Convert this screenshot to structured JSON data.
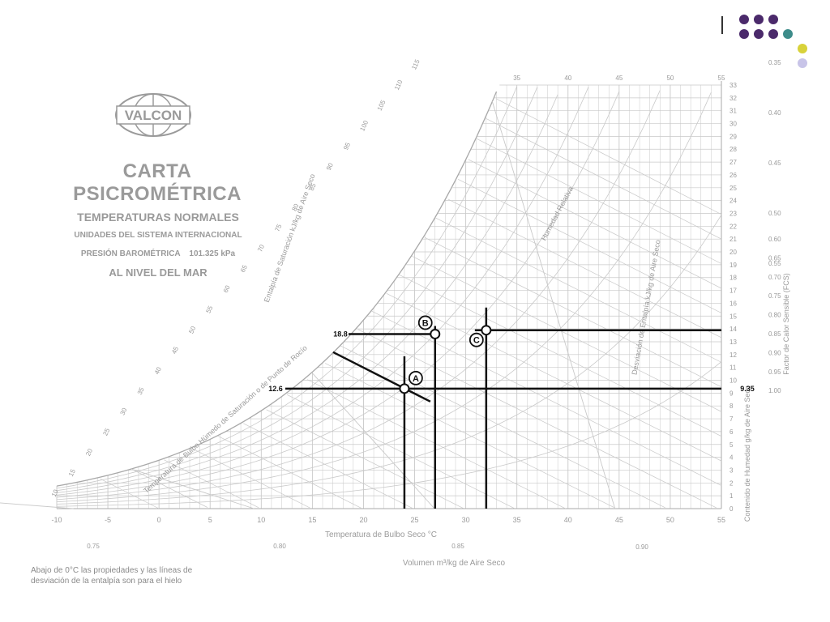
{
  "brand": {
    "logo_text": "VALCON"
  },
  "title": {
    "main": "CARTA PSICROMÉTRICA",
    "sub1": "TEMPERATURAS NORMALES",
    "sub2": "UNIDADES DEL SISTEMA INTERNACIONAL",
    "sub3": "PRESIÓN BAROMÉTRICA    101.325 kPa",
    "sub4": "AL NIVEL DEL MAR"
  },
  "note": "Abajo de 0°C las propiedades y las líneas de desviación de la entalpía son para el hielo",
  "colors": {
    "grid": "#c9c9c9",
    "text": "#9a9a9a",
    "ink": "#111111",
    "purple": "#4b2a6b",
    "teal": "#3d8c8a",
    "yellow": "#d8d23a",
    "lavender": "#c8c4e8"
  },
  "chart_data": {
    "type": "scatter",
    "title": "CARTA PSICROMÉTRICA",
    "xlabel": "Temperatura de Bulbo Seco   °C",
    "ylabel_right": "Contenido de Humedad g/kg de Aire Seco",
    "right_axis2_label": "Factor de Calor Sensible (FCS)",
    "volume_label": "Volumen    m³/kg de Aire Seco",
    "enthalpy_label": "Entalpía de Saturación  kJ/kg de Aire Seco",
    "wetbulb_label": "Temperatura de Bulbo Húmedo de Saturación o de Punto de Rocío",
    "rh_label": "Humedad Relativa",
    "enthalpy_dev_label": "Desviación de Entalpía  kJ/kg de Aire Seco",
    "xlim": [
      -10,
      55
    ],
    "ylim": [
      0,
      33
    ],
    "x_ticks": [
      "-10",
      "-5",
      "0",
      "5",
      "10",
      "15",
      "20",
      "25",
      "30",
      "35",
      "40",
      "45",
      "50",
      "55"
    ],
    "top_x_ticks": [
      "35",
      "40",
      "45",
      "50",
      "55"
    ],
    "y_ticks": [
      "0",
      "1",
      "2",
      "3",
      "4",
      "5",
      "6",
      "7",
      "8",
      "9",
      "10",
      "11",
      "12",
      "13",
      "14",
      "15",
      "16",
      "17",
      "18",
      "19",
      "20",
      "21",
      "22",
      "23",
      "24",
      "25",
      "26",
      "27",
      "28",
      "29",
      "30",
      "31",
      "32",
      "33"
    ],
    "volume_ticks": [
      "0.75",
      "0.80",
      "0.85",
      "0.90"
    ],
    "enthalpy_ticks": [
      "10",
      "15",
      "20",
      "25",
      "30",
      "35",
      "40",
      "45",
      "50",
      "55",
      "60",
      "65",
      "70",
      "75",
      "80",
      "85",
      "90",
      "95",
      "100",
      "105",
      "110",
      "115"
    ],
    "fcs_ticks": [
      "0.35",
      "0.40",
      "0.45",
      "0.50",
      "0.55",
      "0.60",
      "0.65",
      "0.70",
      "0.75",
      "0.80",
      "0.85",
      "0.90",
      "0.95",
      "1.00"
    ],
    "points": [
      {
        "label": "A",
        "x": 24,
        "y": 9.35
      },
      {
        "label": "B",
        "x": 27,
        "y": 13.6
      },
      {
        "label": "C",
        "x": 32,
        "y": 13.9
      }
    ],
    "annotations": [
      {
        "text": "12.6",
        "y": 9.35
      },
      {
        "text": "18.8",
        "y": 13.6
      },
      {
        "text": "9.35",
        "y": 9.35
      }
    ]
  }
}
